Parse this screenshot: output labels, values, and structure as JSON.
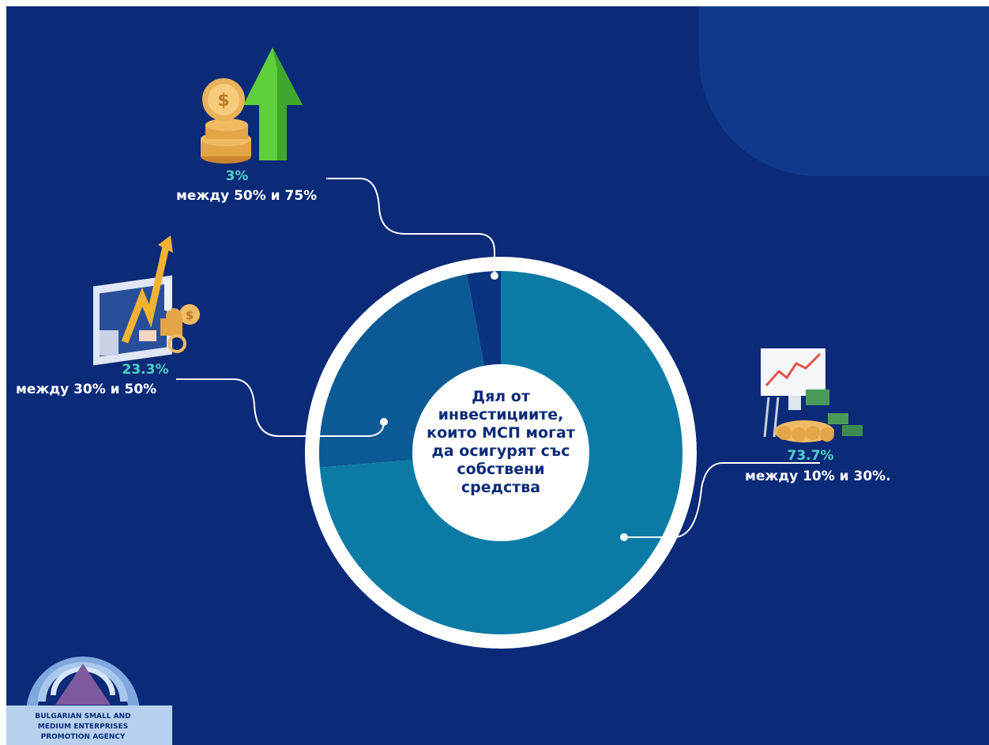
{
  "chart_data": {
    "type": "pie",
    "donut": true,
    "center_label": [
      "Дял от",
      "инвестициите,",
      "които МСП могат",
      "да осигурят със",
      "собствени",
      "средства"
    ],
    "slices": [
      {
        "label": "между 10% и 30%.",
        "percent_label": "73.7%",
        "value": 73.7,
        "color": "#0b7ba6"
      },
      {
        "label": "между 30% и 50%",
        "percent_label": "23.3%",
        "value": 23.3,
        "color": "#0c5a94"
      },
      {
        "label": "между 50% и 75%",
        "percent_label": "3%",
        "value": 3,
        "color": "#0a3480"
      }
    ]
  },
  "colors": {
    "background": "#0b2a78",
    "accent_percent": "#4fd3c4",
    "ring": "#ffffff"
  },
  "logo": {
    "lines": [
      "BULGARIAN SMALL AND",
      "MEDIUM ENTERPRISES",
      "PROMOTION AGENCY"
    ]
  },
  "icons": [
    "coins-arrow-icon",
    "growth-chart-icon",
    "money-board-icon"
  ]
}
